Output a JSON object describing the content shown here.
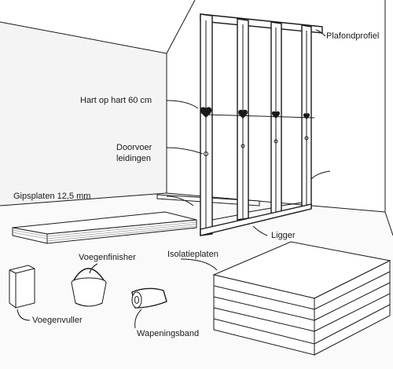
{
  "labels": {
    "plafondprofiel": "Plafondprofiel",
    "hart_op_hart": "Hart op hart 60 cm",
    "doorvoer_line1": "Doorvoer",
    "doorvoer_line2": "leidingen",
    "gipsplaten": "Gipsplaten 12,5 mm",
    "ligger": "Ligger",
    "isolatieplaten": "Isolatieplaten",
    "voegenfinisher": "Voegenfinisher",
    "voegenvuller": "Voegenvuller",
    "wapeningsband": "Wapeningsband"
  }
}
